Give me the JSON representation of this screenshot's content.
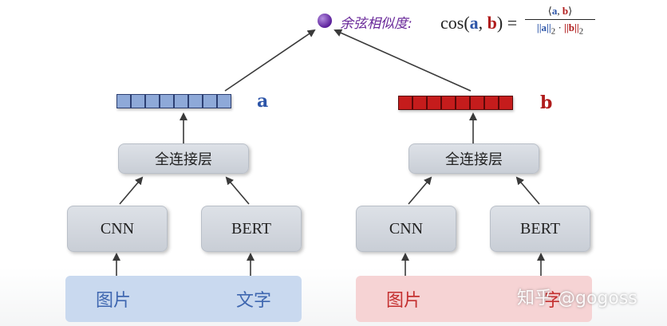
{
  "title": {
    "label": "余弦相似度:",
    "formula": {
      "lhs_prefix": "cos(",
      "a": "a",
      "comma": ", ",
      "b": "b",
      "lhs_suffix": ") =",
      "numerator": {
        "open": "⟨",
        "a": "a",
        "comma": ", ",
        "b": "b",
        "close": "⟩"
      },
      "denominator": {
        "a_part": "||a||",
        "sub2": "2",
        "dot": " · ",
        "b_part": "||b||"
      }
    }
  },
  "vectors": {
    "a_label": "a",
    "b_label": "b",
    "a_cells": 8,
    "b_cells": 8,
    "a_color": "#8ea9d8",
    "b_color": "#c51c1c"
  },
  "left": {
    "fc": "全连接层",
    "cnn": "CNN",
    "bert": "BERT",
    "input_image": "图片",
    "input_text": "文字"
  },
  "right": {
    "fc": "全连接层",
    "cnn": "CNN",
    "bert": "BERT",
    "input_image": "图片",
    "input_text": "字"
  },
  "watermark": "知乎 @gogoss"
}
